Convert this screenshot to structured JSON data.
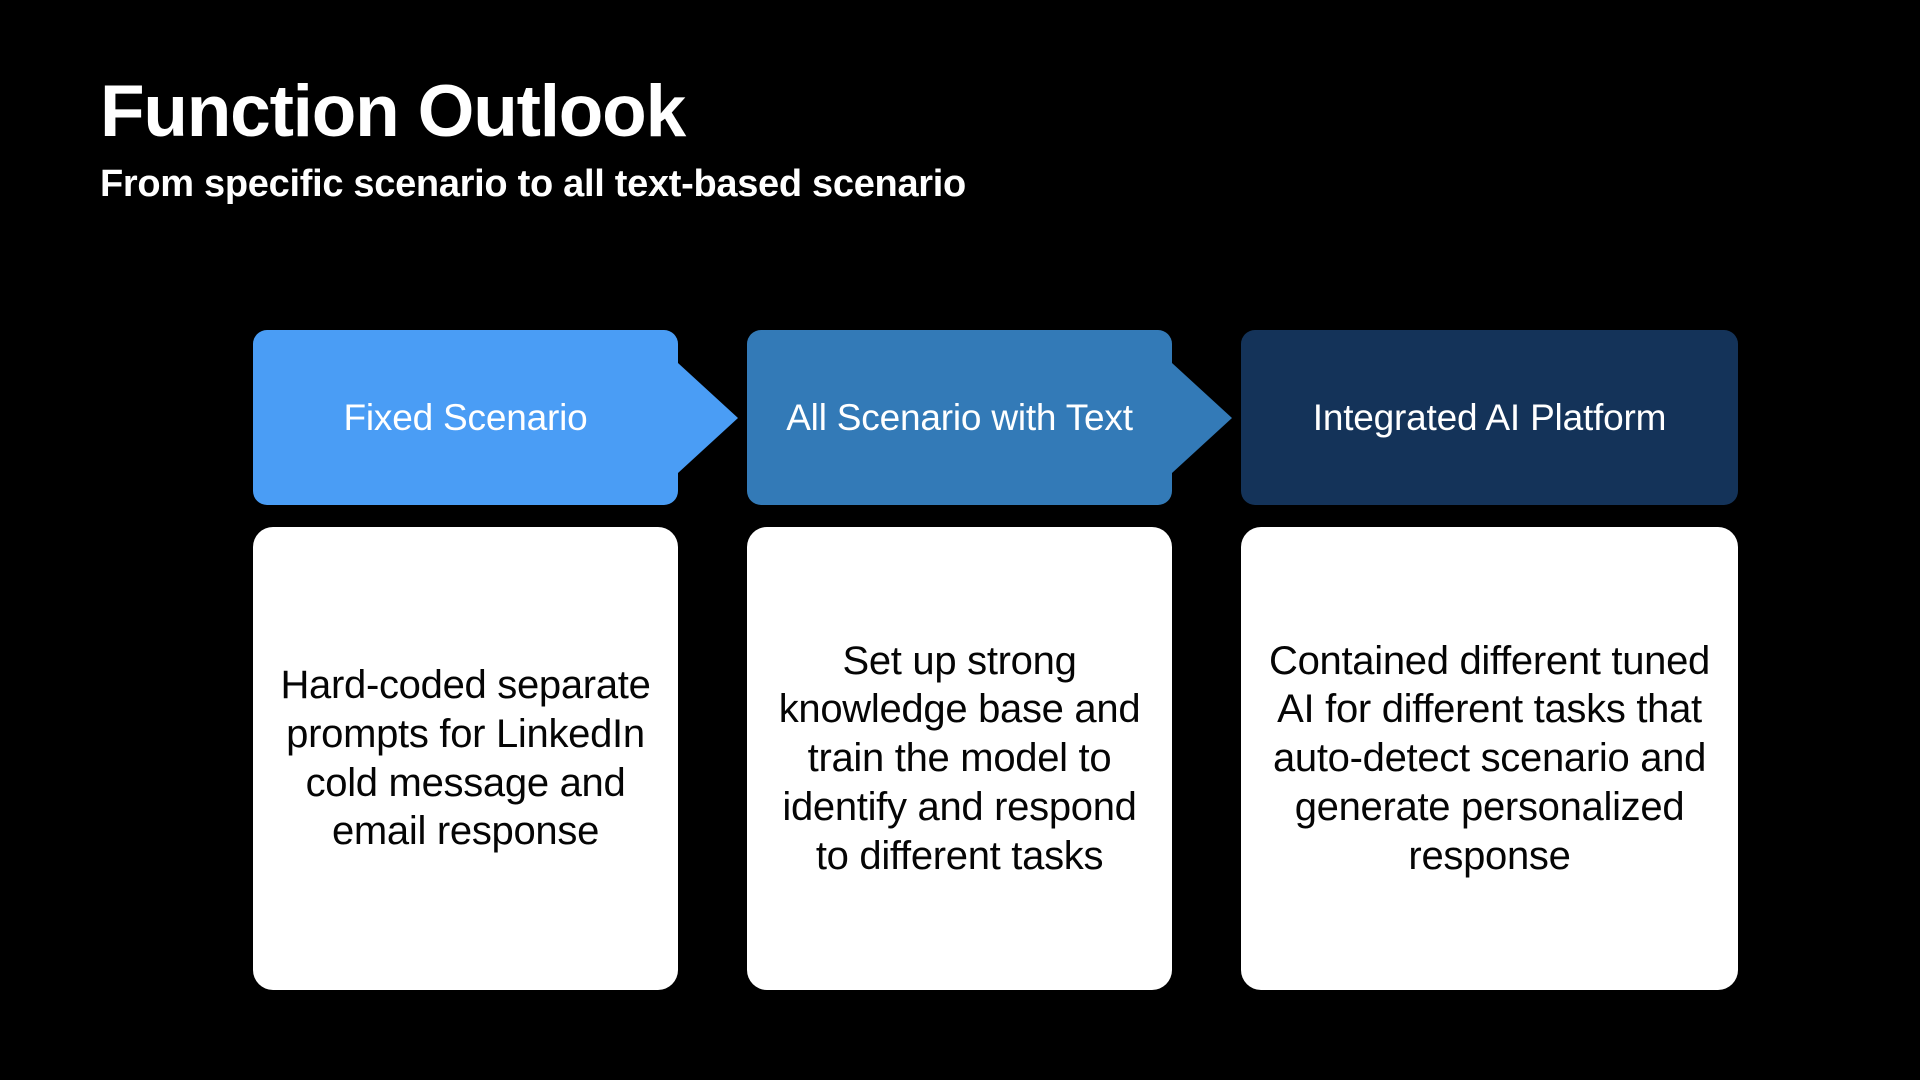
{
  "slide": {
    "background_color": "#000000",
    "title": "Function Outlook",
    "subtitle": "From specific scenario to all text-based scenario"
  },
  "flow": {
    "arrow_icon_name": "right-arrow-icon",
    "stages": [
      {
        "header_label": "Fixed Scenario",
        "header_color": "#4A9DF5",
        "header_text_color": "#FFFFFF",
        "arrow_color": "#4A9DF5",
        "has_arrow": true,
        "card_text": "Hard-coded separate prompts for LinkedIn cold message and email response",
        "card_color": "#FFFFFF",
        "card_text_color": "#050505"
      },
      {
        "header_label": "All Scenario with Text",
        "header_color": "#337AB7",
        "header_text_color": "#FFFFFF",
        "arrow_color": "#337AB7",
        "has_arrow": true,
        "card_text": "Set up strong knowledge base and train the model to identify and respond to different tasks",
        "card_color": "#FFFFFF",
        "card_text_color": "#050505"
      },
      {
        "header_label": "Integrated AI Platform",
        "header_color": "#143359",
        "header_text_color": "#FFFFFF",
        "arrow_color": "#143359",
        "has_arrow": false,
        "card_text": "Contained different tuned AI for different tasks that auto-detect scenario and generate personalized response",
        "card_color": "#FFFFFF",
        "card_text_color": "#050505"
      }
    ]
  }
}
